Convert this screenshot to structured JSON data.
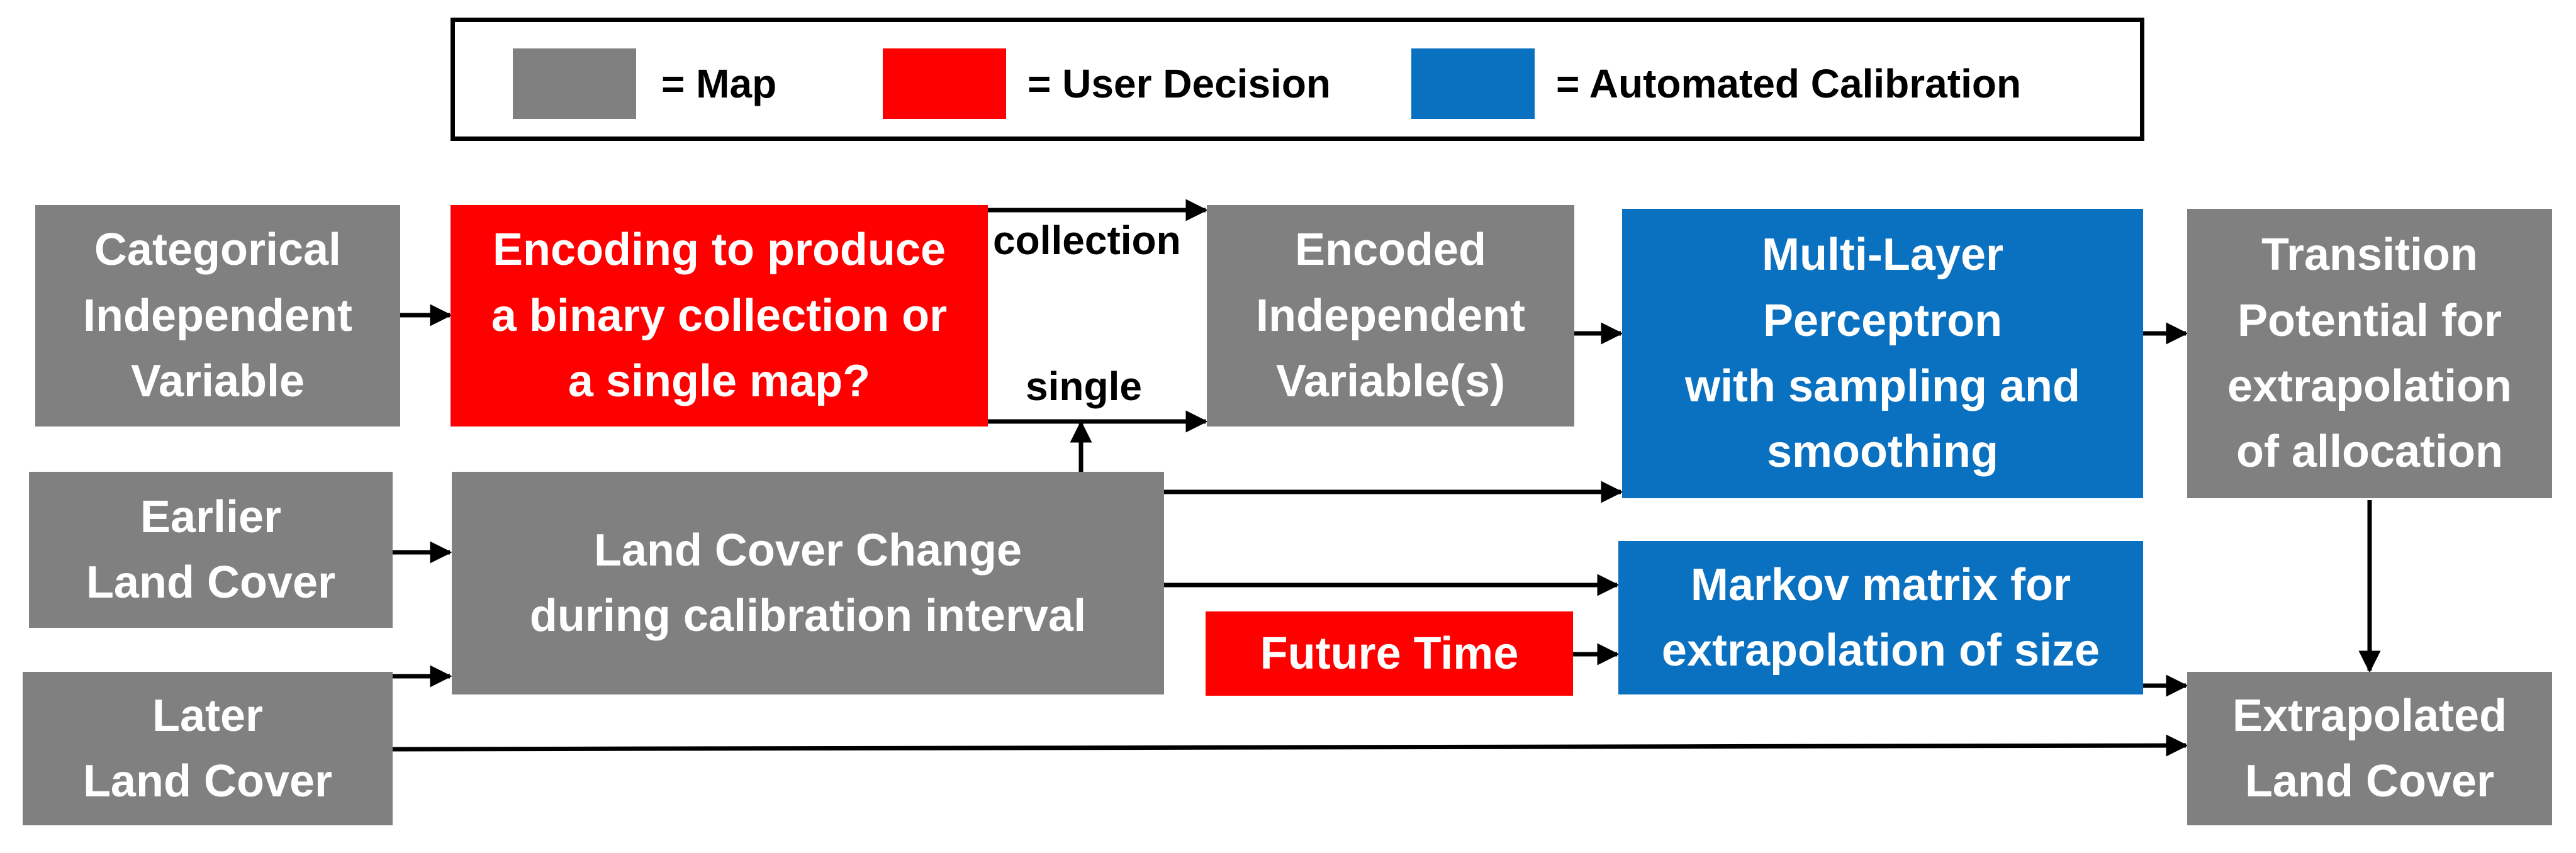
{
  "legend": {
    "map_label": "= Map",
    "user_label": "= User Decision",
    "auto_label": "= Automated Calibration"
  },
  "colors": {
    "map": "#808080",
    "user_decision": "#ff0000",
    "automated_calibration": "#0a70c0",
    "arrow": "#000000"
  },
  "nodes": {
    "categorical": [
      "Categorical",
      "Independent",
      "Variable"
    ],
    "encoding": [
      "Encoding to produce",
      "a binary collection or",
      "a single map?"
    ],
    "encoded": [
      "Encoded",
      "Independent",
      "Variable(s)"
    ],
    "mlp": [
      "Multi-Layer",
      "Perceptron",
      "with sampling and",
      "smoothing"
    ],
    "transition": [
      "Transition",
      "Potential for",
      "extrapolation",
      "of allocation"
    ],
    "earlier": [
      "Earlier",
      "Land Cover"
    ],
    "change": [
      "Land Cover Change",
      "during calibration  interval"
    ],
    "markov": [
      "Markov matrix for",
      "extrapolation of size"
    ],
    "future": [
      "Future Time"
    ],
    "later": [
      "Later",
      "Land Cover"
    ],
    "extrapolated": [
      "Extrapolated",
      "Land Cover"
    ]
  },
  "edge_labels": {
    "collection": "collection",
    "single": "single"
  }
}
